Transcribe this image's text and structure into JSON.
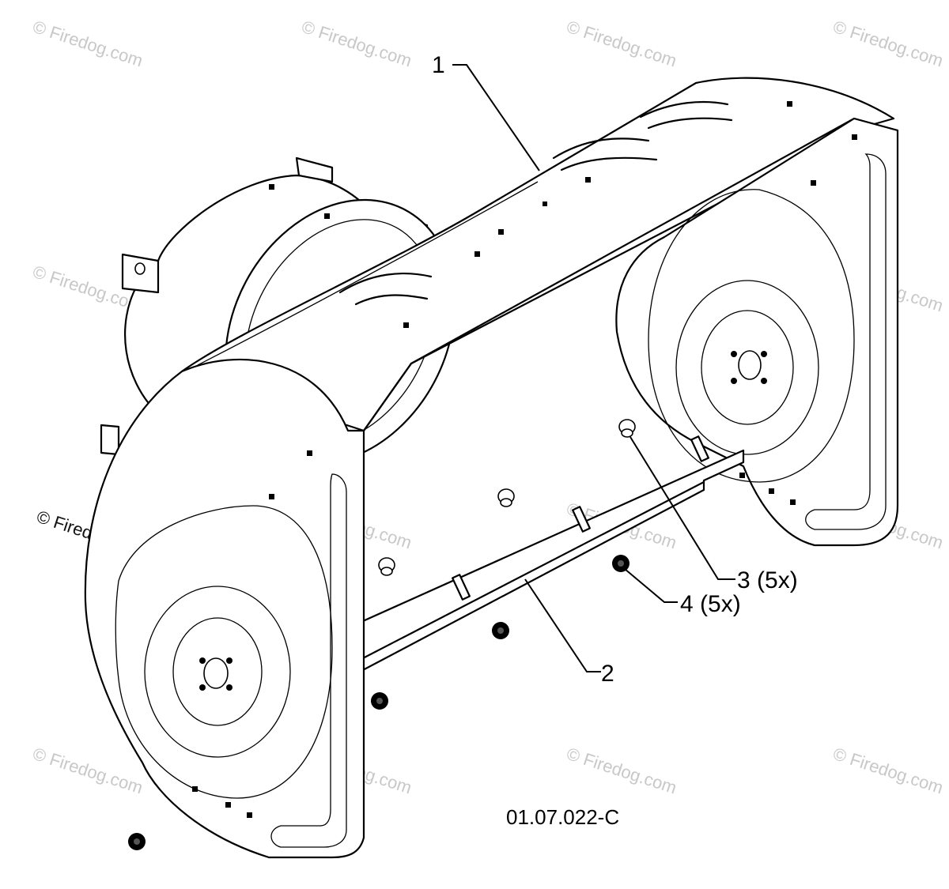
{
  "diagram": {
    "reference_code": "01.07.022-C",
    "watermark_text": "© Firedog.com",
    "callouts": [
      {
        "id": "1",
        "label": "1"
      },
      {
        "id": "2",
        "label": "2"
      },
      {
        "id": "3",
        "label": "3 (5x)"
      },
      {
        "id": "4",
        "label": "4 (5x)"
      }
    ]
  }
}
